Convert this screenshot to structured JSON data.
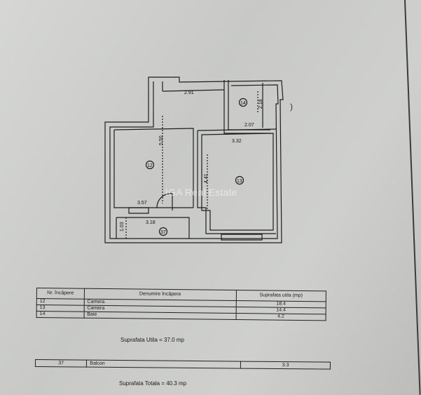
{
  "watermark": "IGA Real Estate",
  "plan": {
    "dimensions": [
      "2.91",
      "2.18",
      "2.07",
      "5.50",
      "3.32",
      "4.41",
      "3.57",
      "3.18",
      "1.03"
    ],
    "room_ids": [
      "14",
      "12",
      "13",
      "37"
    ]
  },
  "rooms_table": {
    "headers": [
      "Nr. încăpere",
      "Denumire încăpere",
      "Suprafata utila (mp)"
    ],
    "rows": [
      {
        "nr": "12",
        "name": "Camera",
        "area": "18.4"
      },
      {
        "nr": "13",
        "name": "Camera",
        "area": "14.4"
      },
      {
        "nr": "14",
        "name": "Baie",
        "area": "4.2"
      }
    ]
  },
  "summary_util": "Suprafata Utila = 37.0 mp",
  "balcony": {
    "nr": "37",
    "name": "Balcon",
    "area": "3.3"
  },
  "summary_total": "Suprafata Totala = 40.3 mp"
}
